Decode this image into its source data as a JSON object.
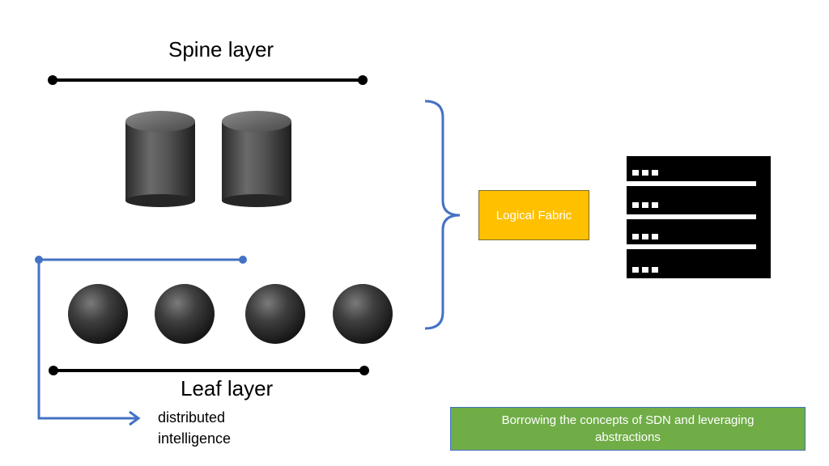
{
  "spine": {
    "title": "Spine layer"
  },
  "leaf": {
    "title": "Leaf layer"
  },
  "distributed": {
    "text": "distributed intelligence"
  },
  "fabric": {
    "label": "Logical Fabric"
  },
  "sdn": {
    "label": "Borrowing the concepts of SDN and leveraging abstractions"
  },
  "colors": {
    "blue_accent": "#4472c4",
    "fabric_box": "#ffc000",
    "sdn_box": "#70ad47",
    "device_gray": "#404040",
    "server_black": "#000000"
  },
  "icons": [
    "spine-switch-cylinder-icon",
    "leaf-switch-sphere-icon",
    "server-rack-icon",
    "arrow-right-icon"
  ]
}
